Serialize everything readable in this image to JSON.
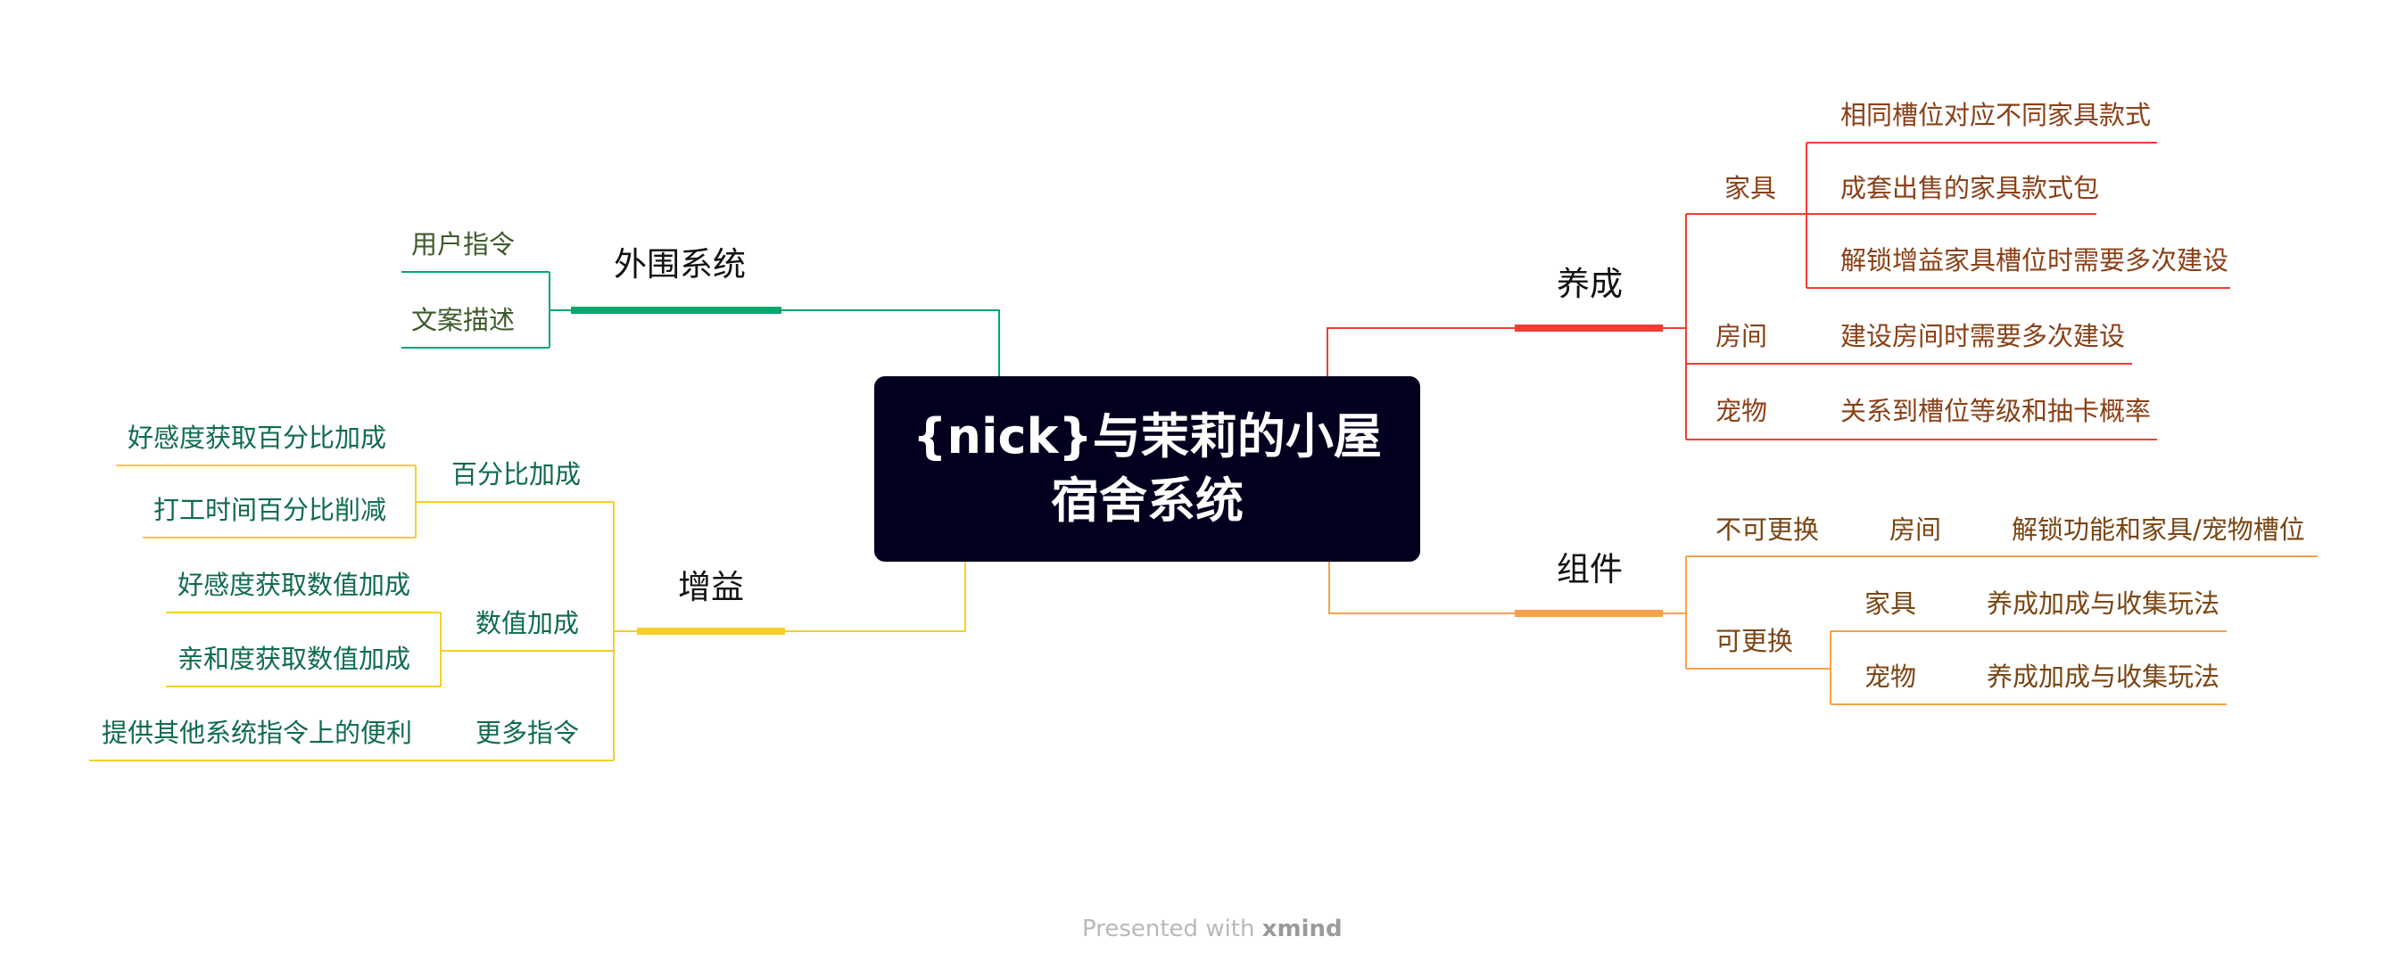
{
  "colors": {
    "central_bg": "#03001f",
    "peripheral": "#00a86b",
    "buff": "#f5cf2a",
    "raise": "#f23d33",
    "component": "#f5a24a"
  },
  "central": {
    "line1": "{nick}与茉莉的小屋",
    "line2": "宿舍系统"
  },
  "branches": {
    "peripheral": {
      "label": "外围系统",
      "children": [
        "用户指令",
        "文案描述"
      ]
    },
    "buff": {
      "label": "增益",
      "groups": [
        {
          "label": "百分比加成",
          "children": [
            "好感度获取百分比加成",
            "打工时间百分比削减"
          ]
        },
        {
          "label": "数值加成",
          "children": [
            "好感度获取数值加成",
            "亲和度获取数值加成"
          ]
        },
        {
          "label": "更多指令",
          "children": [
            "提供其他系统指令上的便利"
          ]
        }
      ]
    },
    "raise": {
      "label": "养成",
      "groups": [
        {
          "label": "家具",
          "children": [
            "相同槽位对应不同家具款式",
            "成套出售的家具款式包",
            "解锁增益家具槽位时需要多次建设"
          ]
        },
        {
          "label": "房间",
          "children": [
            "建设房间时需要多次建设"
          ]
        },
        {
          "label": "宠物",
          "children": [
            "关系到槽位等级和抽卡概率"
          ]
        }
      ]
    },
    "component": {
      "label": "组件",
      "groups": [
        {
          "label": "不可更换",
          "sub": [
            {
              "label": "房间",
              "children": [
                "解锁功能和家具/宠物槽位"
              ]
            }
          ]
        },
        {
          "label": "可更换",
          "sub": [
            {
              "label": "家具",
              "children": [
                "养成加成与收集玩法"
              ]
            },
            {
              "label": "宠物",
              "children": [
                "养成加成与收集玩法"
              ]
            }
          ]
        }
      ]
    }
  },
  "footer": {
    "prefix": "Presented with ",
    "brand": "xmind"
  }
}
